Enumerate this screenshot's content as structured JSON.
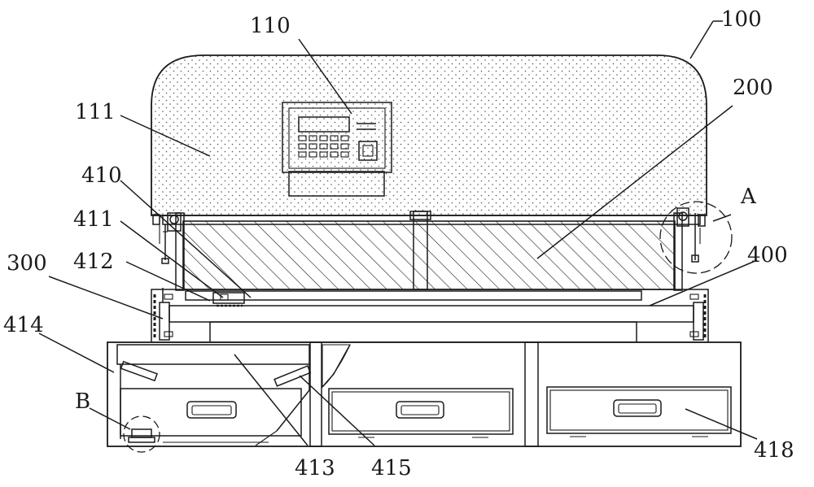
{
  "labels": {
    "l100": "100",
    "l110": "110",
    "l111": "111",
    "l200": "200",
    "lA": "A",
    "l410": "410",
    "l411": "411",
    "l412": "412",
    "l300": "300",
    "l400": "400",
    "l414": "414",
    "lB": "B",
    "l413": "413",
    "l415": "415",
    "l418": "418"
  }
}
